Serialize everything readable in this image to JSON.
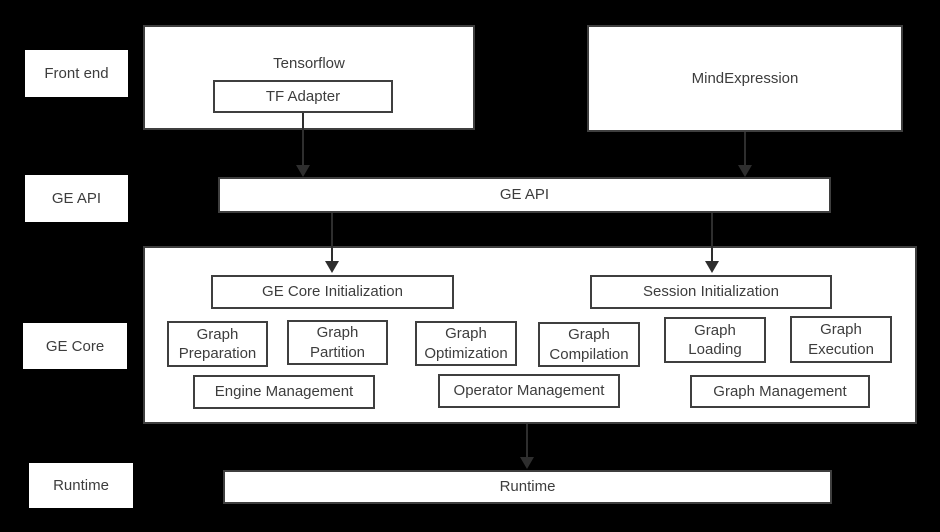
{
  "colors": {
    "background": "#000000",
    "box_fill": "#ffffff",
    "box_border": "#3f3f3f",
    "text": "#3d3d3d",
    "arrow": "#2e2e2e"
  },
  "side_labels": {
    "front_end": "Front end",
    "ge_api": "GE API",
    "ge_core": "GE Core",
    "runtime": "Runtime"
  },
  "front_end": {
    "tensorflow_label": "Tensorflow",
    "tf_adapter_label": "TF Adapter",
    "mindexpression_label": "MindExpression"
  },
  "ge_api_bar": {
    "label": "GE API"
  },
  "ge_core": {
    "ge_core_initialization": "GE Core Initialization",
    "session_initialization": "Session Initialization",
    "stages": [
      "Graph Preparation",
      "Graph Partition",
      "Graph Optimization",
      "Graph Compilation",
      "Graph Loading",
      "Graph Execution"
    ],
    "management": [
      "Engine Management",
      "Operator Management",
      "Graph Management"
    ]
  },
  "runtime_bar": {
    "label": "Runtime"
  }
}
